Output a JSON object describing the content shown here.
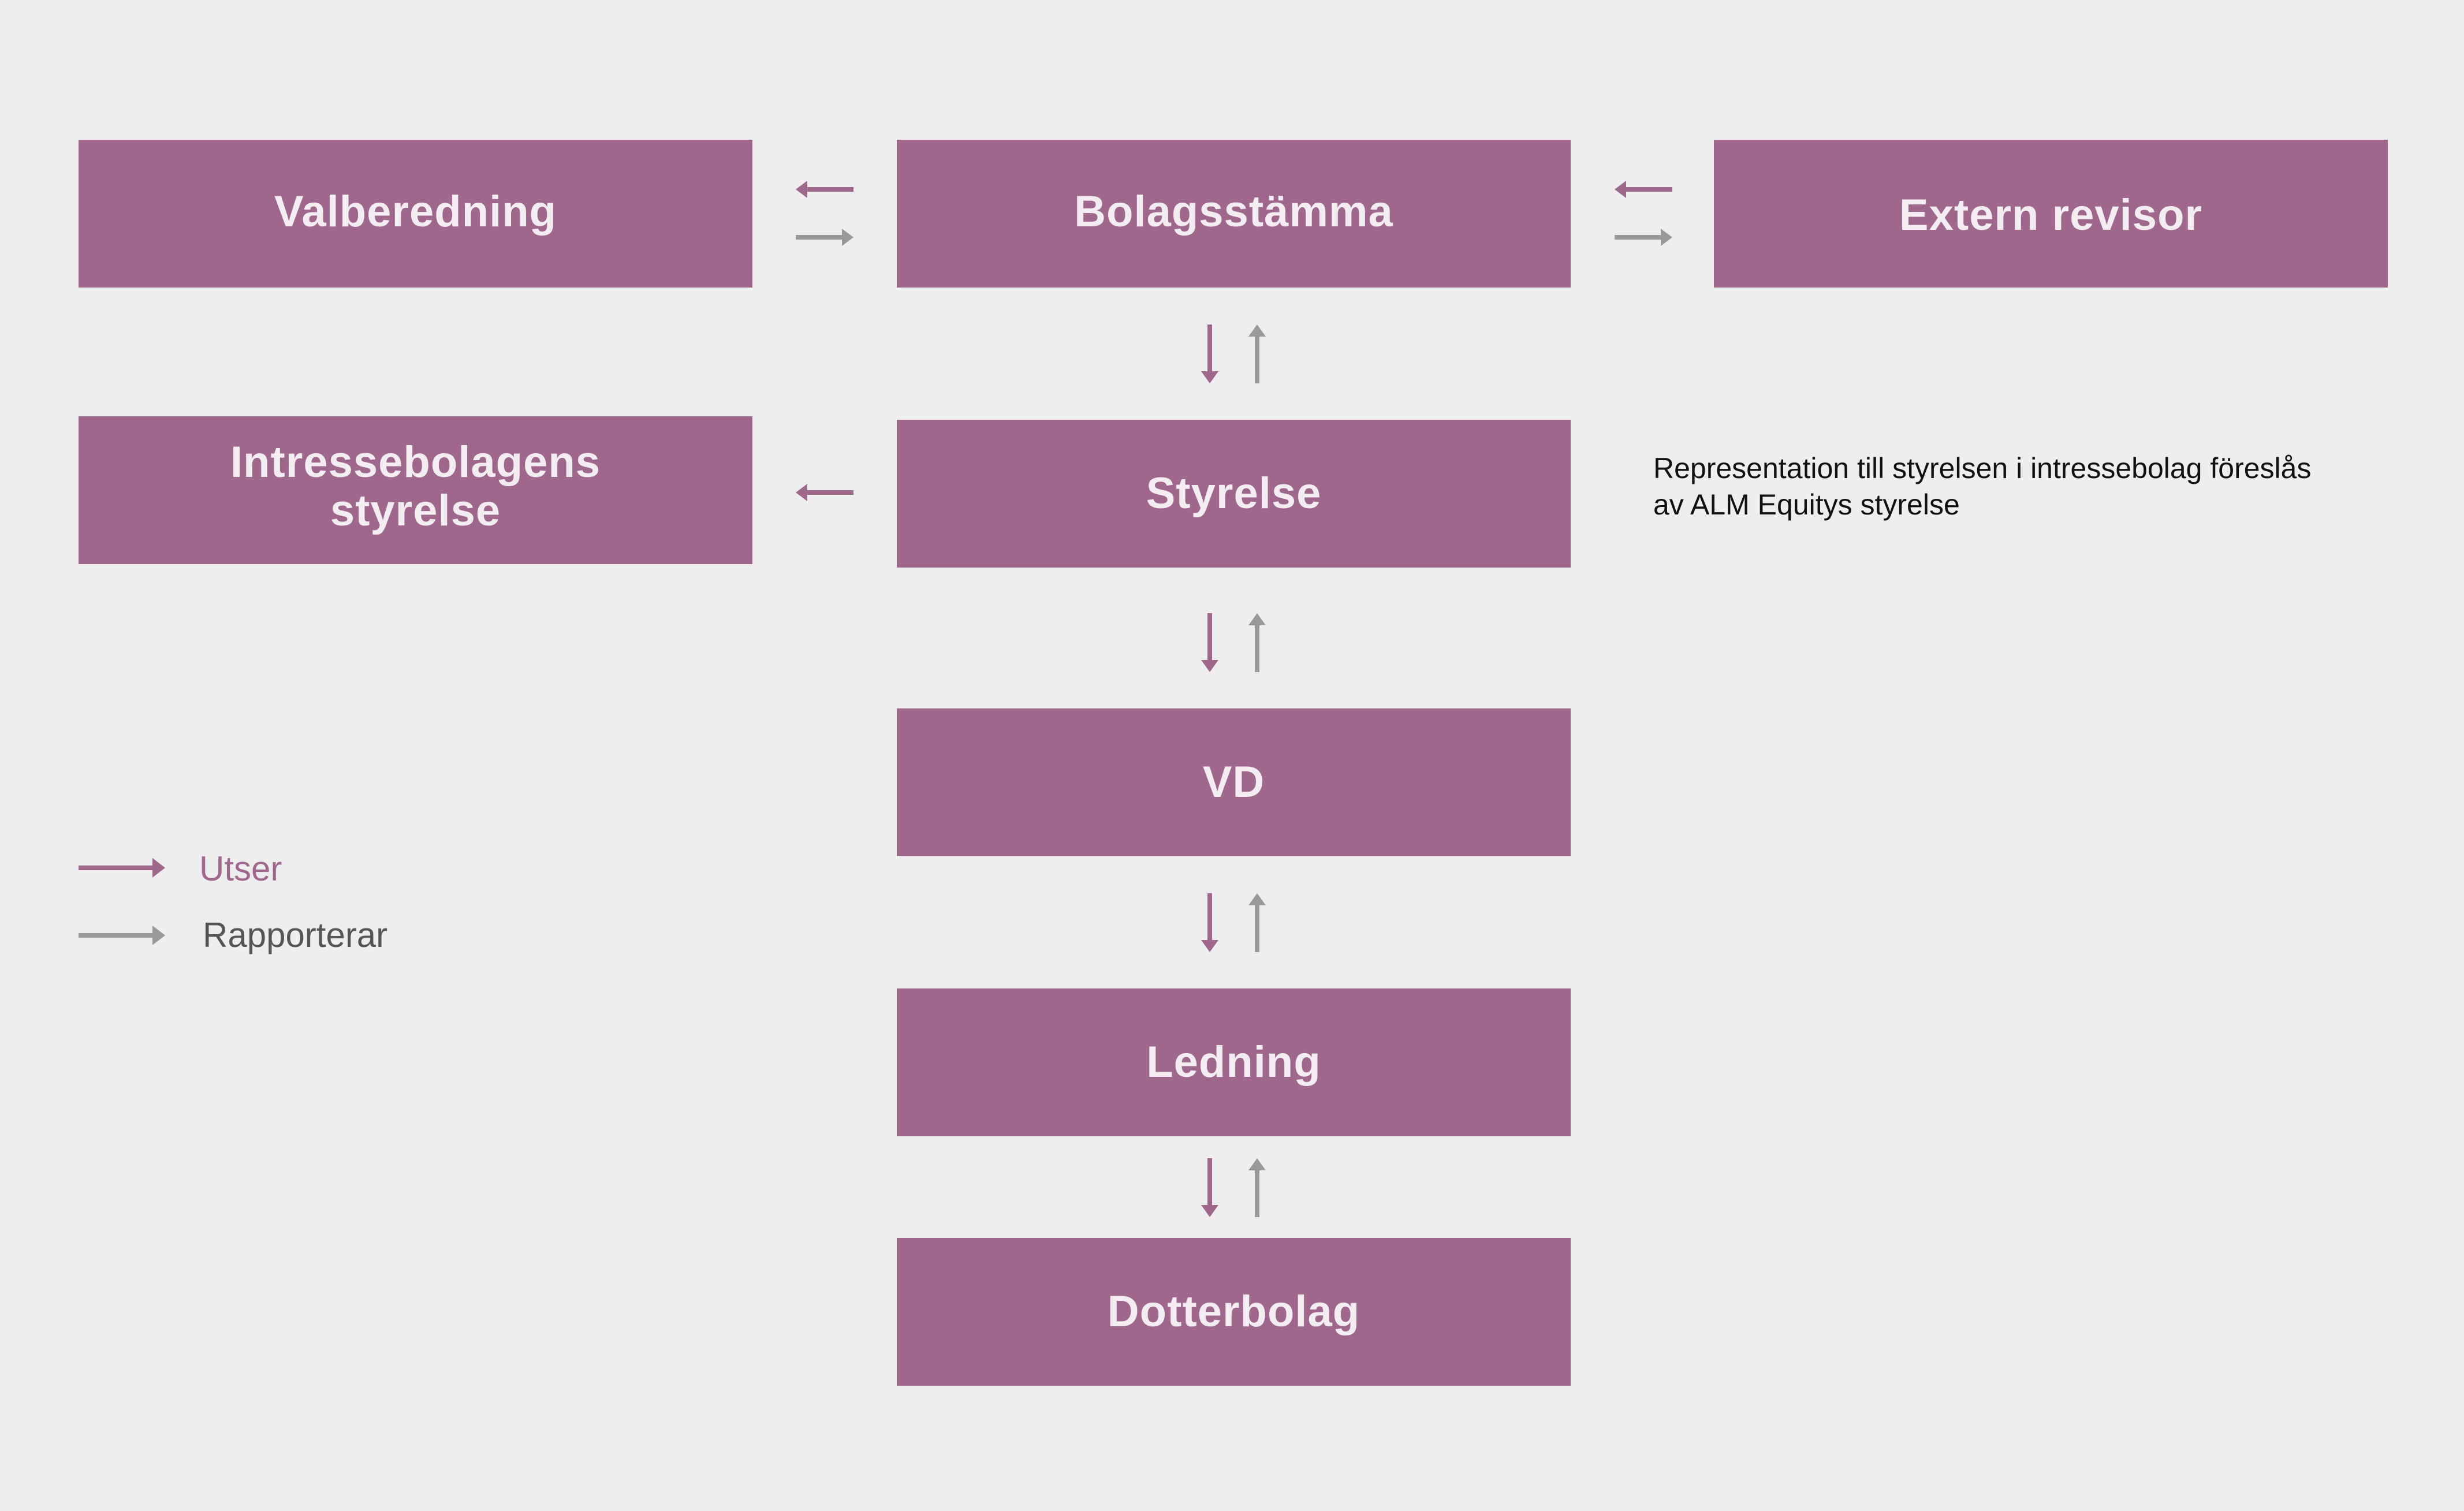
{
  "diagram": {
    "boxes": {
      "valberedning": "Valberedning",
      "bolagsstamma": "Bolagsstämma",
      "extern_revisor": "Extern revisor",
      "intressebolagens_styrelse_line1": "Intressebolagens",
      "intressebolagens_styrelse_line2": "styrelse",
      "styrelse": "Styrelse",
      "vd": "VD",
      "ledning": "Ledning",
      "dotterbolag": "Dotterbolag"
    },
    "note": {
      "line1": "Representation till styrelsen i intressebolag föreslås",
      "line2": "av ALM Equitys styrelse"
    },
    "legend": {
      "utser": "Utser",
      "rapporterar": "Rapporterar"
    },
    "colors": {
      "background": "#eeeeee",
      "box_fill": "#a0678d",
      "box_text": "#f3ecf1",
      "utser_arrow": "#a0678d",
      "rapporterar_arrow": "#999999"
    }
  }
}
